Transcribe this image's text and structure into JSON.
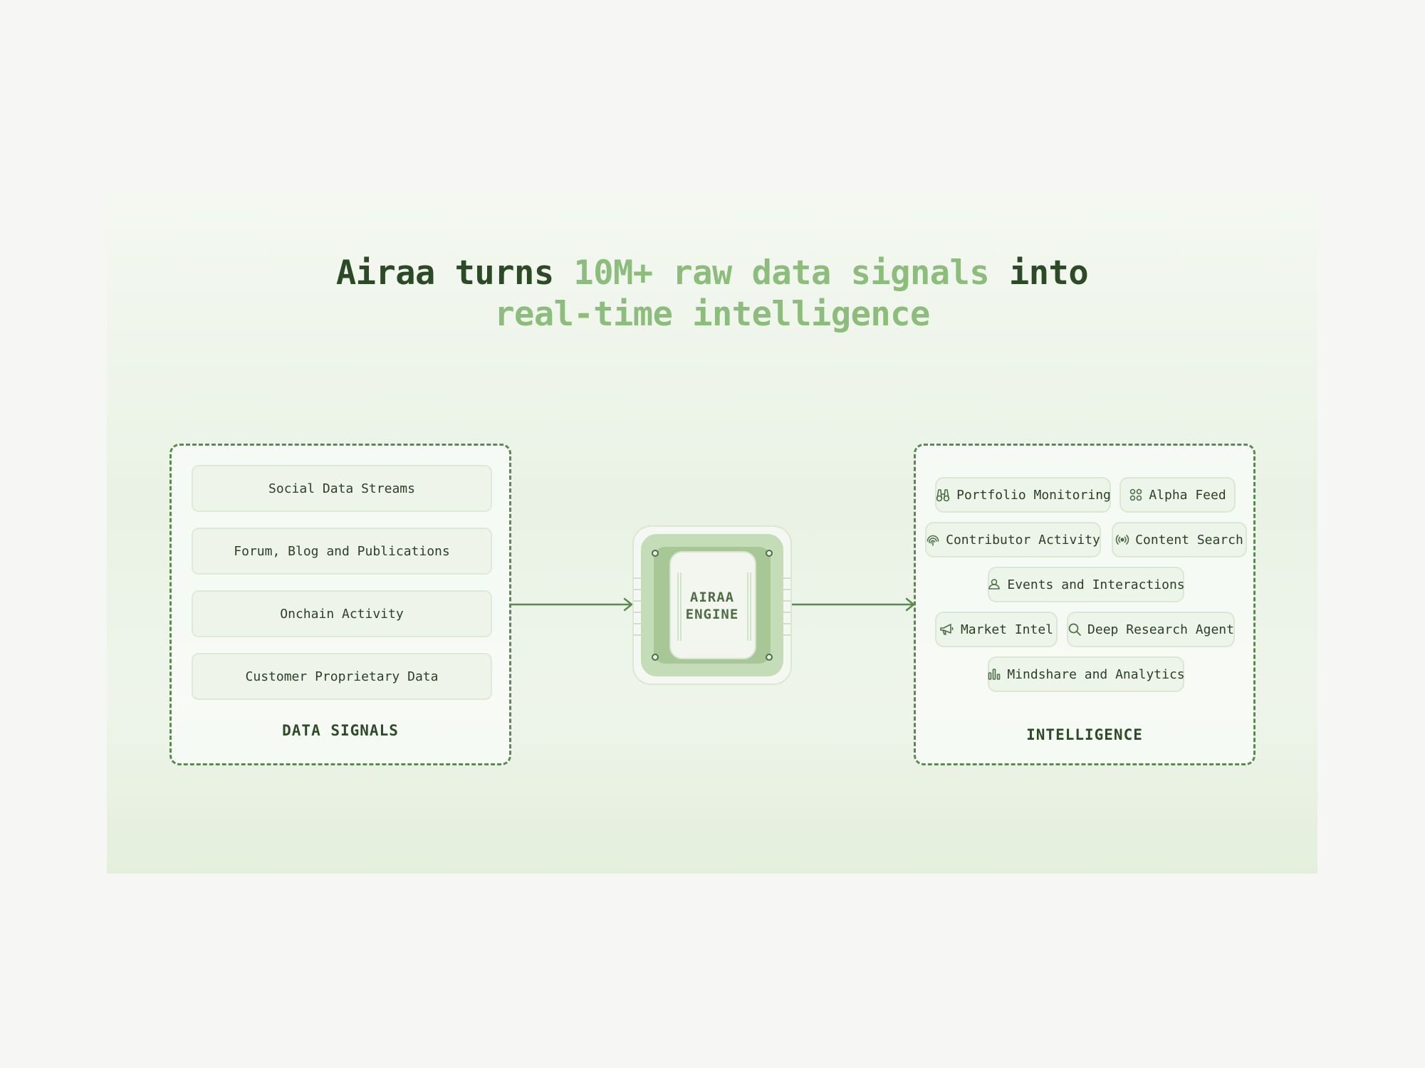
{
  "headline": {
    "part1": "Airaa turns ",
    "part2": "10M+ raw data signals",
    "part3": " into",
    "line2": "real-time intelligence"
  },
  "data_signals": {
    "caption": "DATA SIGNALS",
    "items": [
      "Social Data Streams",
      "Forum, Blog and Publications",
      "Onchain Activity",
      "Customer Proprietary Data"
    ]
  },
  "engine": {
    "line1": "AIRAA",
    "line2": "ENGINE"
  },
  "intelligence": {
    "caption": "INTELLIGENCE",
    "items": [
      {
        "label": "Portfolio Monitoring",
        "icon": "binoculars-icon"
      },
      {
        "label": "Alpha Feed",
        "icon": "grid-dots-icon"
      },
      {
        "label": "Contributor Activity",
        "icon": "fingerprint-icon"
      },
      {
        "label": "Content Search",
        "icon": "broadcast-icon"
      },
      {
        "label": "Events and Interactions",
        "icon": "people-icon"
      },
      {
        "label": "Market Intel",
        "icon": "megaphone-icon"
      },
      {
        "label": "Deep Research Agent",
        "icon": "search-icon"
      },
      {
        "label": "Mindshare and Analytics",
        "icon": "bar-chart-icon"
      }
    ]
  },
  "colors": {
    "dark_green": "#2c4a26",
    "light_green": "#8dbd7d",
    "border_green": "#5b8a50",
    "background": "#f6f7f4"
  }
}
